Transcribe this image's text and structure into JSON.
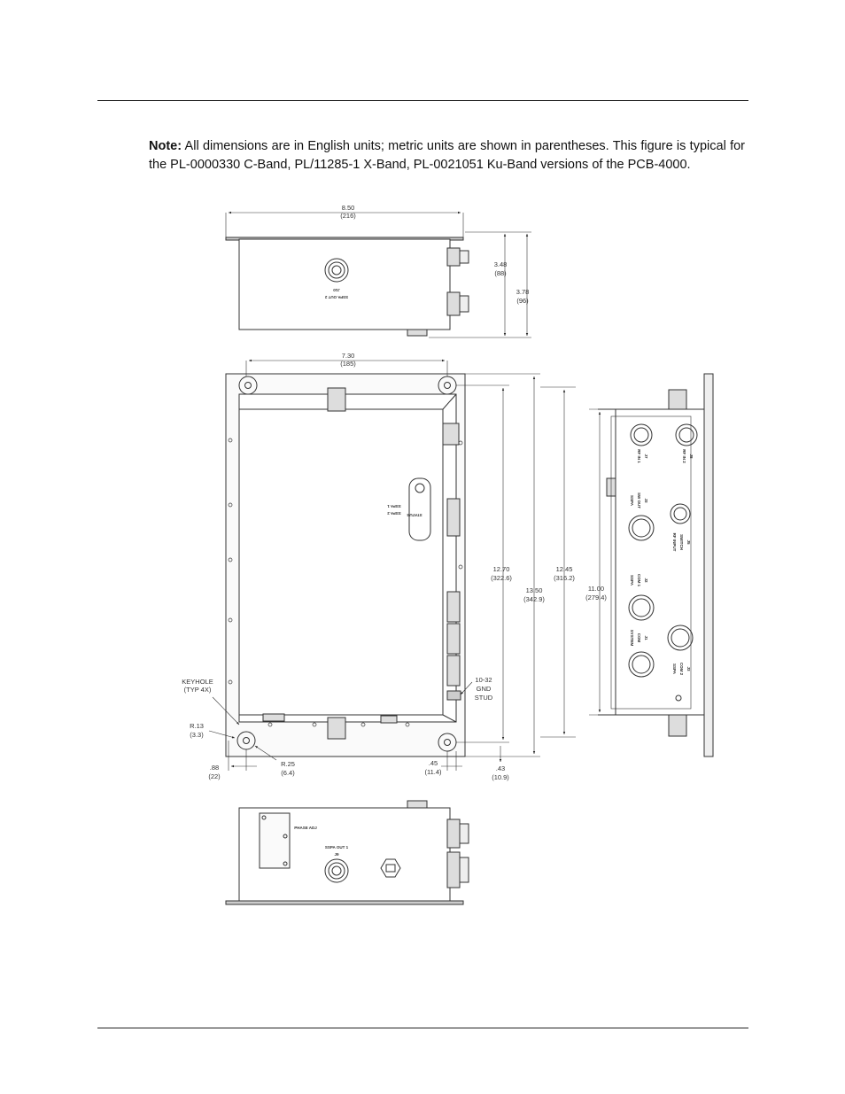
{
  "note": {
    "label": "Note:",
    "text": "All dimensions are in English units; metric units are shown in parentheses. This figure is typical for the PL-0000330 C-Band, PL/11285-1 X-Band, PL-0021051 Ku-Band versions of the PCB-4000."
  },
  "top_view": {
    "width_dim": "8.50",
    "width_dim_mm": "(216)",
    "height_a": "3.48",
    "height_a_mm": "(88)",
    "height_b": "3.78",
    "height_b_mm": "(96)",
    "port_label": "SSPA OUT 2",
    "port_id": "J10"
  },
  "front_view": {
    "width_dim": "7.30",
    "width_dim_mm": "(185)",
    "h1": "12.70",
    "h1_mm": "(322.6)",
    "h2": "13.50",
    "h2_mm": "(342.9)",
    "keyhole": "KEYHOLE",
    "keyhole_typ": "(TYP 4X)",
    "r13": "R.13",
    "r13_mm": "(3.3)",
    "r25": "R.25",
    "r25_mm": "(6.4)",
    "d88": ".88",
    "d88_mm": "(22)",
    "d45": ".45",
    "d45_mm": "(11.4)",
    "d43": ".43",
    "d43_mm": "(10.9)",
    "gnd_a": "10-32",
    "gnd_b": "GND",
    "gnd_c": "STUD",
    "status_a": "STATUS",
    "status_b": "SSPA 1",
    "status_c": "SSPA 2"
  },
  "side_view": {
    "h3": "12.45",
    "h3_mm": "(316.2)",
    "h4": "11.00",
    "h4_mm": "(279.4)",
    "c1a": "RF IN 1",
    "c1b": "J7",
    "c2a": "RF IN 2",
    "c2b": "J8",
    "c3a": "SSPA",
    "c3b": "SW OUT",
    "c3c": "J3",
    "c4a": "RF INPUT",
    "c4b": "SWITCH",
    "c4c": "J5",
    "c5a": "SSPA",
    "c5b": "COM 1",
    "c5c": "J2",
    "c6a": "SYSTEM",
    "c6b": "COM",
    "c6c": "J1",
    "c7a": "SSPA",
    "c7b": "COM 2",
    "c7c": "J3"
  },
  "bottom_view": {
    "phase": "PHASE ADJ",
    "port_label": "SSPA OUT 1",
    "port_id": "J9"
  }
}
